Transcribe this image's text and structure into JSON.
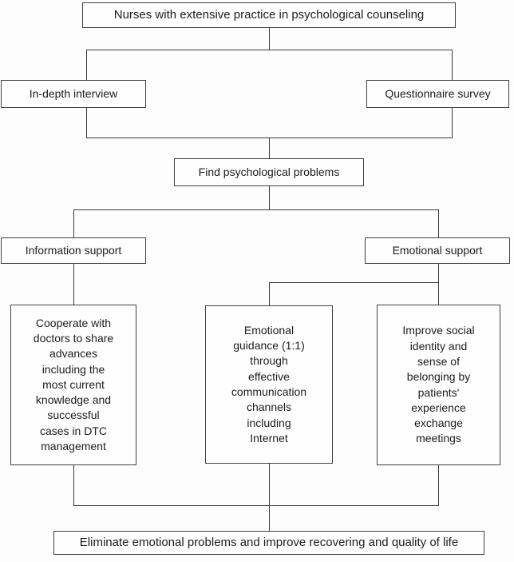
{
  "diagram": {
    "type": "flowchart",
    "nodes": {
      "root": {
        "label": "Nurses with extensive practice in psychological counseling"
      },
      "interview": {
        "label": "In-depth interview"
      },
      "survey": {
        "label": "Questionnaire survey"
      },
      "find": {
        "label": "Find psychological problems"
      },
      "info": {
        "label": "Information support"
      },
      "emo": {
        "label": "Emotional support"
      },
      "cooperate": {
        "label": "Cooperate with doctors to share advances including the most current knowledge and successful cases in DTC management"
      },
      "guidance": {
        "label": "Emotional guidance (1:1) through effective communication channels including Internet"
      },
      "identity": {
        "label": "Improve social identity and sense of belonging by patients' experience exchange meetings"
      },
      "outcome": {
        "label": "Eliminate emotional problems and improve recovering and quality of life"
      }
    },
    "edges": [
      {
        "from": "root",
        "to": "interview"
      },
      {
        "from": "root",
        "to": "survey"
      },
      {
        "from": "interview",
        "to": "find"
      },
      {
        "from": "survey",
        "to": "find"
      },
      {
        "from": "find",
        "to": "info"
      },
      {
        "from": "find",
        "to": "emo"
      },
      {
        "from": "info",
        "to": "cooperate"
      },
      {
        "from": "emo",
        "to": "guidance"
      },
      {
        "from": "emo",
        "to": "identity"
      },
      {
        "from": "cooperate",
        "to": "outcome"
      },
      {
        "from": "guidance",
        "to": "outcome"
      },
      {
        "from": "identity",
        "to": "outcome"
      }
    ],
    "colors": {
      "border": "#424242",
      "line": "#3a3a3a",
      "text": "#1c1c1c",
      "background": "#fdfdfd"
    }
  }
}
